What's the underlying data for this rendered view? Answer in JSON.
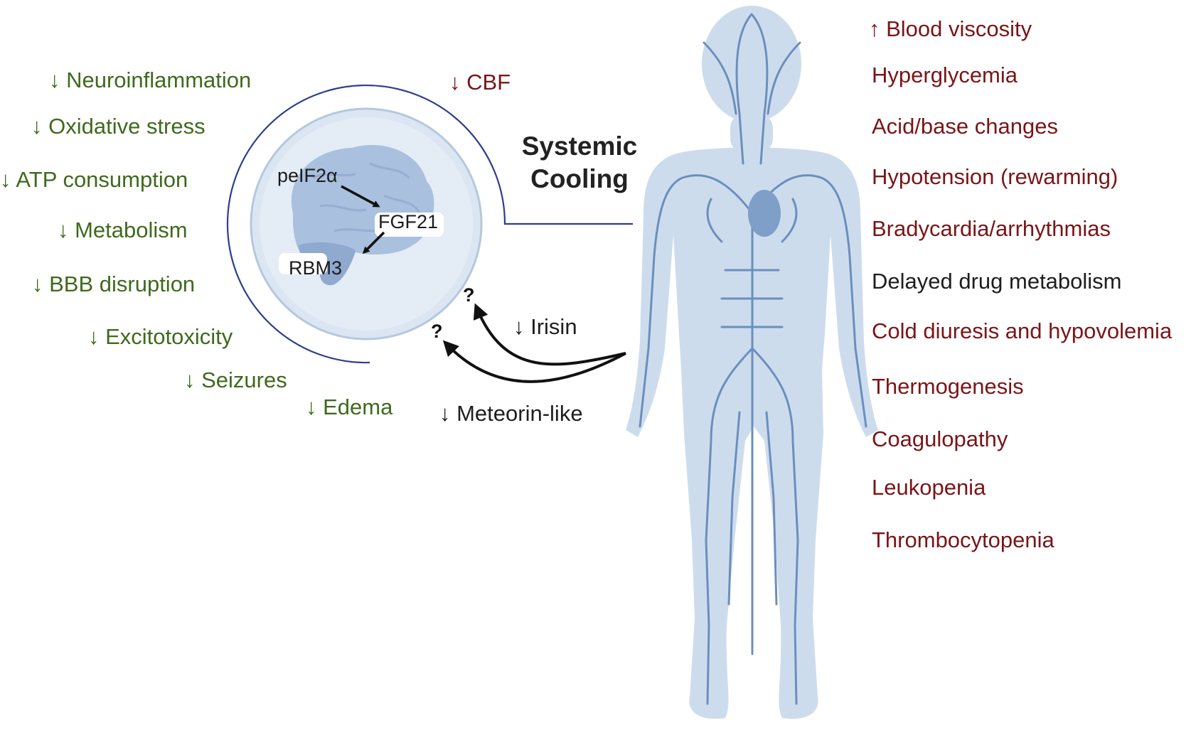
{
  "brain_effects": [
    "↓ Neuroinflammation",
    "↓ Oxidative stress",
    "↓ ATP consumption",
    "↓ Metabolism",
    "↓ BBB disruption",
    "↓ Excitotoxicity",
    "↓ Seizures",
    "↓ Edema"
  ],
  "cbf": "↓ CBF",
  "brain_pathway": {
    "step1": "peIF2α",
    "step2": "FGF21",
    "step3": "RBM3"
  },
  "center_title": {
    "line1": "Systemic",
    "line2": "Cooling"
  },
  "signals": {
    "irisin": "↓ Irisin",
    "meteorin": "↓ Meteorin-like",
    "unknown": "?"
  },
  "systemic_effects": [
    "↑ Blood viscosity",
    "Hyperglycemia",
    "Acid/base changes",
    "Hypotension (rewarming)",
    "Bradycardia/arrhythmias",
    "Delayed drug metabolism",
    "Cold diuresis and hypovolemia",
    "Thermogenesis",
    "Coagulopathy",
    "Leukopenia",
    "Thrombocytopenia"
  ],
  "colors": {
    "brain_effects": "#3f6a1d",
    "systemic_effects": "#7a1518",
    "neutral_text": "#1e1e1e",
    "body_fill": "#cddced",
    "vessels": "#6b8fbd",
    "ring": "#2d3e8c"
  }
}
